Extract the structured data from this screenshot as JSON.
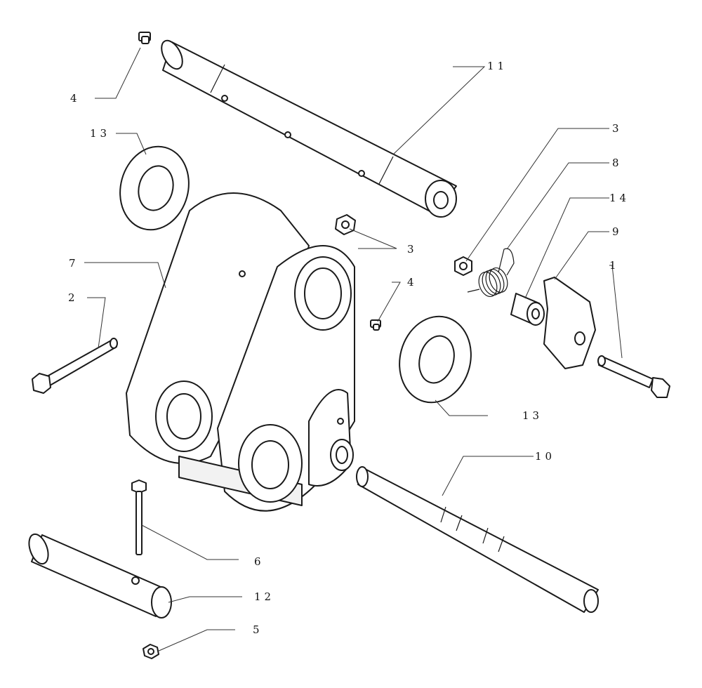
{
  "callouts": {
    "c4a": "4",
    "c13a": "13",
    "c11": "11",
    "c3a": "3",
    "c8": "8",
    "c14": "14",
    "c9": "9",
    "c3b": "3",
    "c7": "7",
    "c2": "2",
    "c4b": "4",
    "c1": "1",
    "c13b": "13",
    "c10": "10",
    "c6": "6",
    "c12": "12",
    "c5": "5"
  }
}
